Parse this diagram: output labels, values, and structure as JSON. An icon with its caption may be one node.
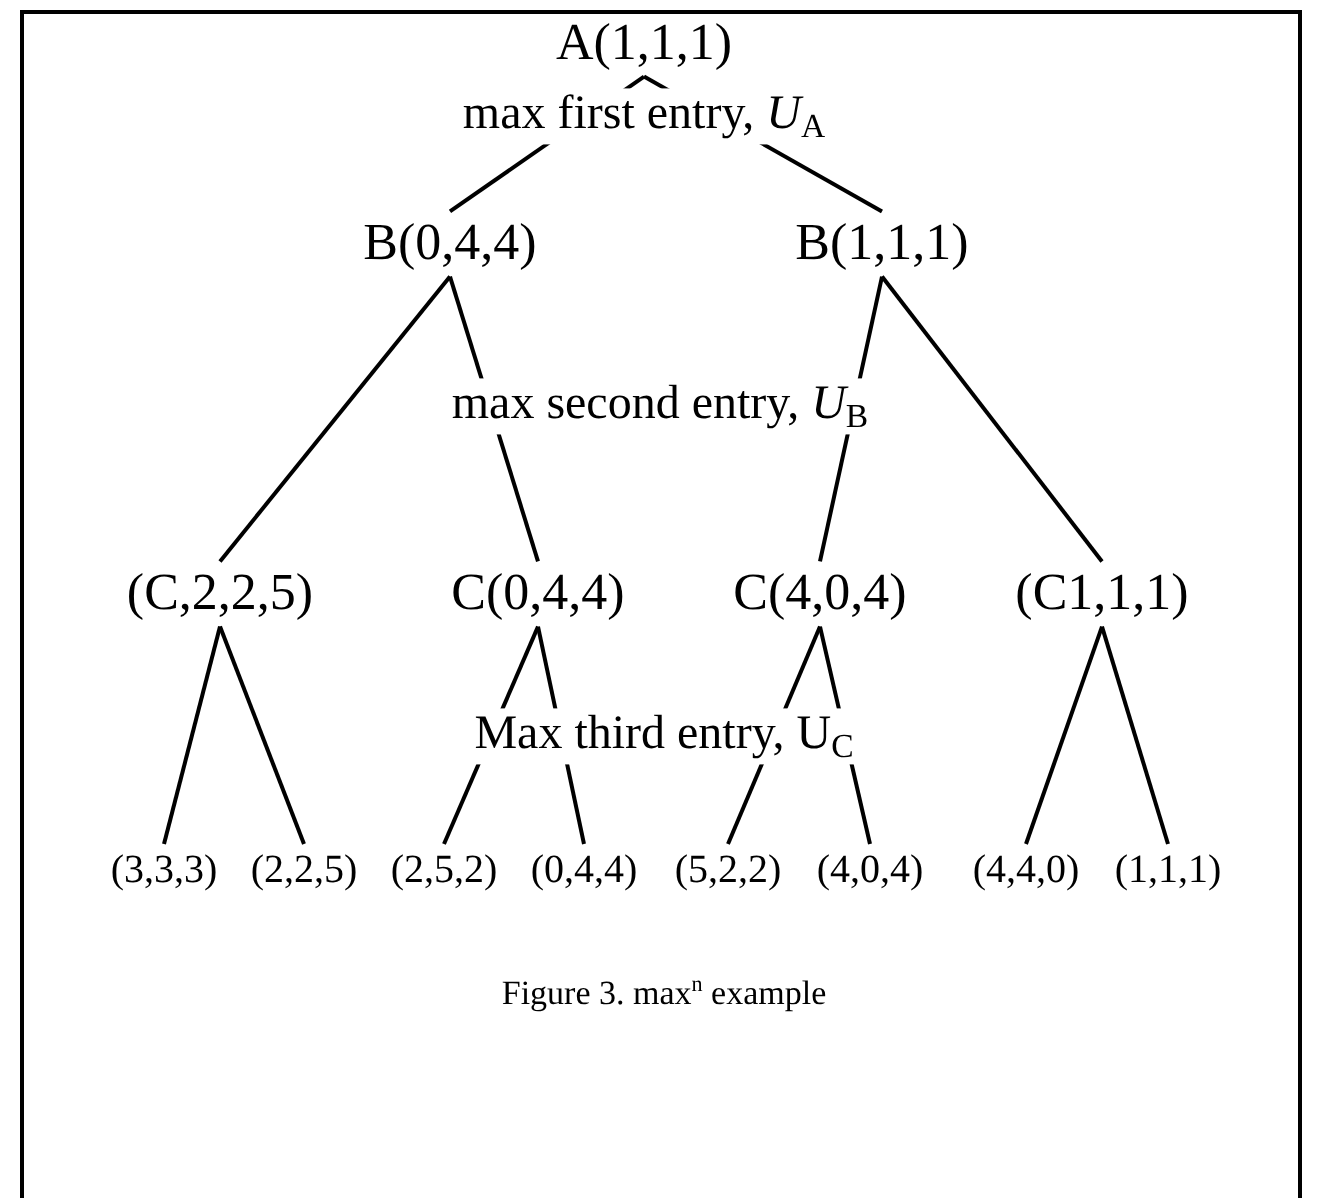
{
  "diagram": {
    "caption": "Figure 3. max$^{n}$ example",
    "nodes": [
      {
        "text": [
          "A(1,1,1)"
        ]
      },
      {
        "text": [
          "B(0,4,4)"
        ]
      },
      {
        "text": [
          "B(1,1,1)"
        ]
      },
      {
        "text": [
          "(C,2,2,5)"
        ]
      },
      {
        "text": [
          "C(0,4,4)"
        ]
      },
      {
        "text": [
          "C(4,0,4)"
        ]
      },
      {
        "text": [
          "(C1,1,1)"
        ]
      },
      {
        "text": [
          "(3,3,3)"
        ]
      },
      {
        "text": [
          "(2,2,5)"
        ]
      },
      {
        "text": [
          "(2,5,2)"
        ]
      },
      {
        "text": [
          "(0,4,4)"
        ]
      },
      {
        "text": [
          "(5,2,2)"
        ]
      },
      {
        "text": [
          "(4,0,4)"
        ]
      },
      {
        "text": [
          "(4,4,0)"
        ]
      },
      {
        "text": [
          "(1,1,1)"
        ]
      }
    ],
    "edges": [
      {
        "from": 0,
        "to": 1,
        "arrow": "none"
      },
      {
        "from": 0,
        "to": 2,
        "arrow": "none"
      },
      {
        "from": 1,
        "to": 3,
        "arrow": "none"
      },
      {
        "from": 1,
        "to": 4,
        "arrow": "none"
      },
      {
        "from": 2,
        "to": 5,
        "arrow": "none"
      },
      {
        "from": 2,
        "to": 6,
        "arrow": "none"
      },
      {
        "from": 3,
        "to": 7,
        "arrow": "none"
      },
      {
        "from": 3,
        "to": 8,
        "arrow": "none"
      },
      {
        "from": 4,
        "to": 9,
        "arrow": "none"
      },
      {
        "from": 4,
        "to": 10,
        "arrow": "none"
      },
      {
        "from": 5,
        "to": 11,
        "arrow": "none"
      },
      {
        "from": 5,
        "to": 12,
        "arrow": "none"
      },
      {
        "from": 6,
        "to": 13,
        "arrow": "none"
      },
      {
        "from": 6,
        "to": 14,
        "arrow": "none"
      }
    ],
    "labels": [
      "max first entry, *U*$_{A}$",
      "max second entry, *U*$_{B}$",
      "Max third entry, U$_{C}$"
    ]
  }
}
